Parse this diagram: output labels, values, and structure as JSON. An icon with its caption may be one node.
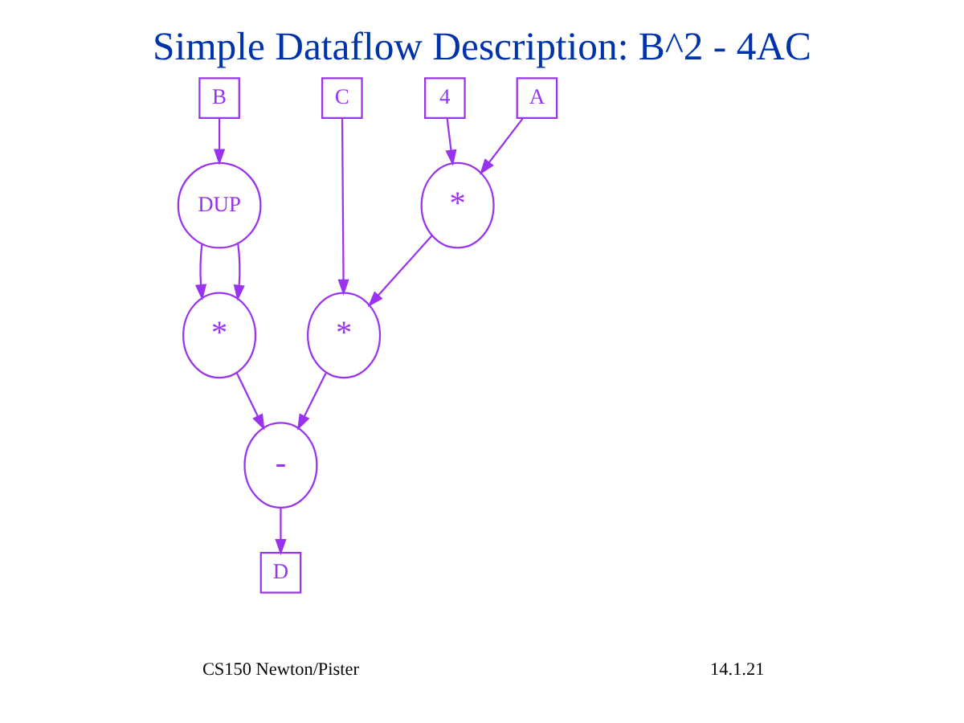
{
  "diagram": {
    "title": "Simple Dataflow Description: B^2 - 4AC",
    "nodes": [
      {
        "text": [
          "B"
        ]
      },
      {
        "text": [
          "4"
        ]
      },
      {
        "text": [
          "A"
        ]
      },
      {
        "text": [
          "C"
        ]
      },
      {
        "text": [
          "DUP"
        ]
      },
      {
        "text": [
          "*"
        ]
      },
      {
        "text": [
          "*"
        ]
      },
      {
        "text": [
          "*"
        ]
      },
      {
        "text": [
          "-"
        ]
      },
      {
        "text": [
          "D"
        ]
      }
    ],
    "edges": [
      {
        "from": 0,
        "to": 4,
        "arrow": "to"
      },
      {
        "from": 1,
        "to": 5,
        "arrow": "to"
      },
      {
        "from": 2,
        "to": 5,
        "arrow": "to"
      },
      {
        "from": 4,
        "to": 6,
        "arrow": "to"
      },
      {
        "from": 4,
        "to": 6,
        "arrow": "to"
      },
      {
        "from": 5,
        "to": 7,
        "arrow": "to"
      },
      {
        "from": 3,
        "to": 7,
        "arrow": "to"
      },
      {
        "from": 6,
        "to": 8,
        "arrow": "to"
      },
      {
        "from": 7,
        "to": 8,
        "arrow": "to"
      },
      {
        "from": 8,
        "to": 9,
        "arrow": "to"
      }
    ],
    "labels": [
      "CS150 Newton/Pister",
      "14.1.21"
    ]
  }
}
